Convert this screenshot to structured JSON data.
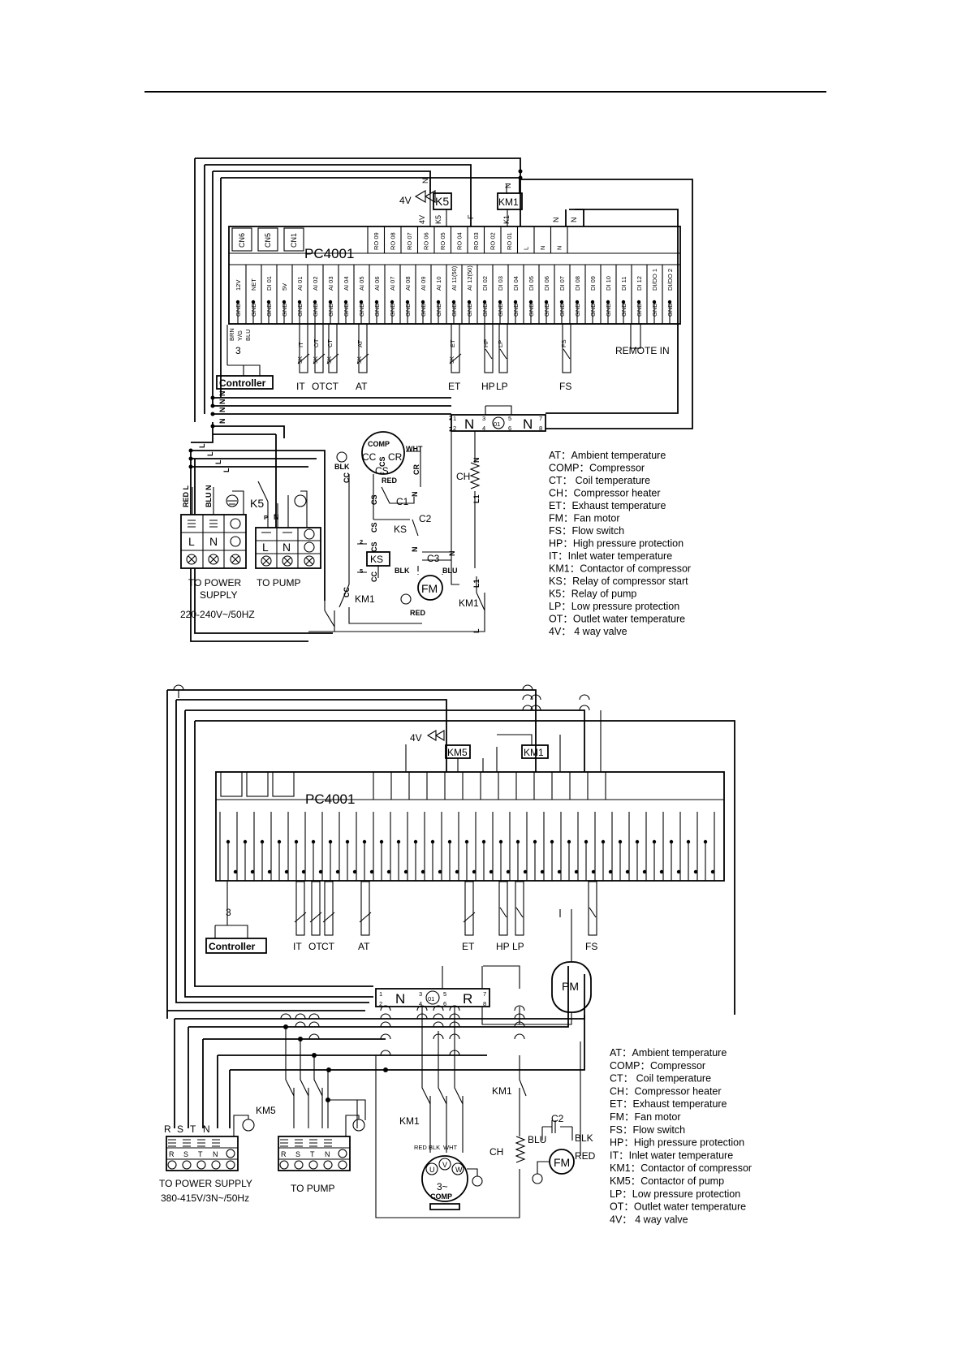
{
  "diagram1": {
    "board": "PC4001",
    "connectors": [
      "CN6",
      "CN5",
      "CN1"
    ],
    "relay_outputs": [
      "RO 09",
      "RO 08",
      "RO 07",
      "RO 06",
      "RO 05",
      "RO 04",
      "RO 03",
      "RO 02",
      "RO 01",
      "L",
      "N",
      "N"
    ],
    "relay_wire_labels": [
      "4V",
      "K5",
      "F",
      "K1",
      "N",
      "N"
    ],
    "terminals": [
      "12V",
      "NET",
      "DI 01",
      "5V",
      "AI 01",
      "AI 02",
      "AI 03",
      "AI 04",
      "AI 05",
      "AI 06",
      "AI 07",
      "AI 08",
      "AI 09",
      "AI 10",
      "AI 11(50)",
      "AI 12(50)",
      "DI 02",
      "DI 03",
      "DI 04",
      "DI 05",
      "DI 06",
      "DI 07",
      "DI 08",
      "DI 09",
      "DI 10",
      "DI 11",
      "DI 12",
      "DI/DO 1",
      "DI/DO 2"
    ],
    "gnd_label": "GND",
    "controller_wires": [
      "BRN",
      "Y/G",
      "BLU"
    ],
    "controller_count": "3",
    "controller": "Controller",
    "sensors": [
      "IT",
      "OT",
      "CT",
      "AT",
      "ET",
      "HP",
      "LP",
      "FS"
    ],
    "sensor_value": "5K",
    "remote": "REMOTE IN",
    "valve": "4V",
    "relay_k5": "K5",
    "contactor": "KM1",
    "comp": "COMP",
    "comp_terms": [
      "CC",
      "CR",
      "CS"
    ],
    "wire_colors": [
      "BLK",
      "WHT",
      "RED",
      "BLU"
    ],
    "caps": [
      "C1",
      "C2",
      "C3"
    ],
    "ks": "KS",
    "heater": "CH",
    "fan": "FM",
    "transformer": [
      "N",
      "01",
      "N"
    ],
    "trans_pins": [
      "1",
      "2",
      "3",
      "4",
      "5",
      "6",
      "7",
      "8"
    ],
    "wire_n": "N",
    "wire_l": "L",
    "wire_l1": "L1",
    "wire_p": "P",
    "supply_term_top": [
      "RED L",
      "BLU N"
    ],
    "supply_term": [
      "L",
      "N"
    ],
    "pump_term": [
      "L",
      "N"
    ],
    "to_power": "TO POWER",
    "supply": "SUPPLY",
    "voltage": "220-240V~/50HZ",
    "to_pump": "TO PUMP",
    "legend": [
      "AT：Ambient temperature",
      "COMP：Compressor",
      "CT： Coil temperature",
      "CH：Compressor heater",
      "ET：Exhaust temperature",
      "FM：Fan motor",
      "FS：Flow switch",
      "HP：High pressure protection",
      "IT：Inlet water temperature",
      "KM1：Contactor of compressor",
      "KS：Relay of compressor start",
      "K5：Relay of pump",
      "LP：Low pressure protection",
      "OT：Outlet water temperature",
      "4V： 4 way valve"
    ]
  },
  "diagram2": {
    "board": "PC4001",
    "controller_count": "3",
    "controller": "Controller",
    "sensors": [
      "IT",
      "OT",
      "CT",
      "AT",
      "ET",
      "HP",
      "LP",
      "FS"
    ],
    "valve": "4V",
    "relay_km5": "KM5",
    "contactor": "KM1",
    "pump_motor": "PM",
    "transformer": [
      "N",
      "01",
      "R"
    ],
    "trans_pins": [
      "1",
      "2",
      "3",
      "4",
      "5",
      "6",
      "7",
      "8"
    ],
    "supply_top": [
      "R",
      "S",
      "T",
      "N"
    ],
    "supply_term": [
      "R",
      "S",
      "T",
      "N"
    ],
    "pump_term": [
      "R",
      "S",
      "T",
      "N"
    ],
    "to_power": "TO POWER SUPPLY",
    "voltage": "380-415V/3N~/50Hz",
    "to_pump": "TO PUMP",
    "comp_wires": [
      "RED",
      "BLK",
      "WHT"
    ],
    "comp_phases": [
      "U",
      "V",
      "W"
    ],
    "comp_label": "3~",
    "comp": "COMP",
    "heater": "CH",
    "cap": "C2",
    "fan_wires": [
      "BLU",
      "BLK",
      "RED"
    ],
    "fan": "FM",
    "legend": [
      "AT：Ambient temperature",
      "COMP：Compressor",
      "CT： Coil temperature",
      "CH：Compressor heater",
      "ET：Exhaust temperature",
      "FM：Fan motor",
      "FS：Flow switch",
      "HP：High pressure protection",
      "IT：Inlet water temperature",
      "KM1：Contactor of compressor",
      "KM5：Contactor of pump",
      "LP：Low pressure protection",
      "OT：Outlet water temperature",
      "4V： 4 way valve"
    ]
  }
}
